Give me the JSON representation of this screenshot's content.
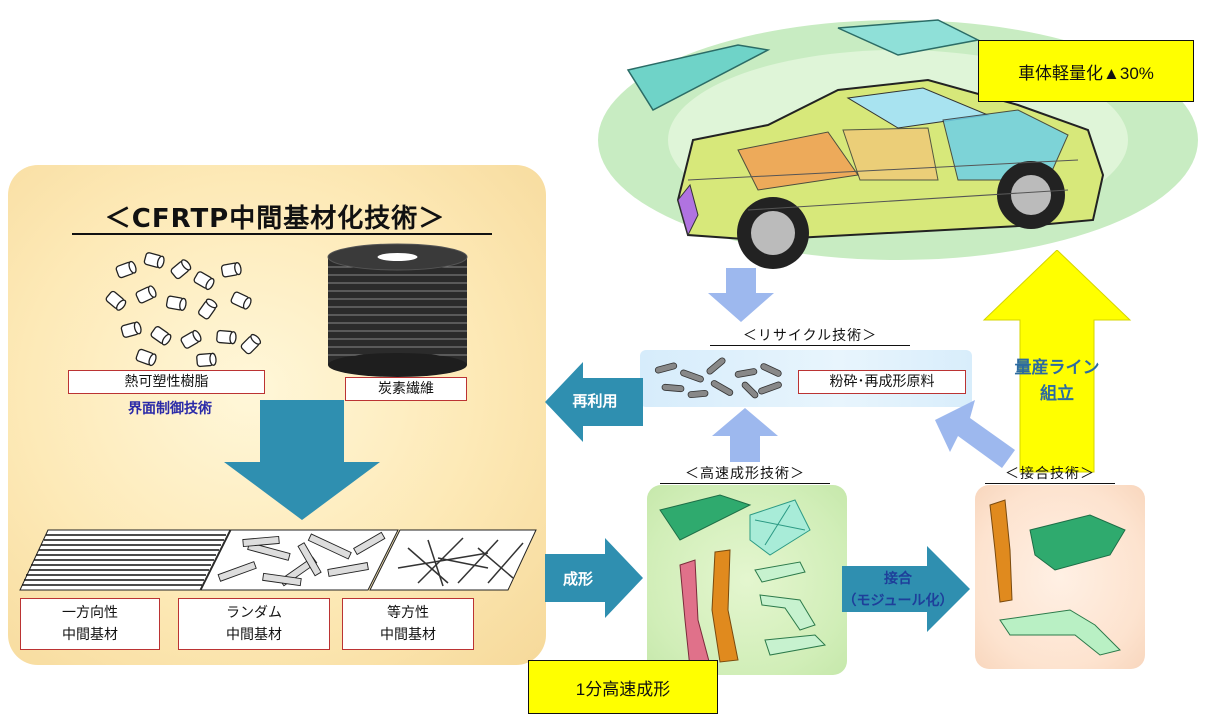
{
  "left_panel": {
    "title": "＜CFRTP中間基材化技術＞",
    "resin_label": "熱可塑性樹脂",
    "carbon_label": "炭素繊維",
    "interface_label": "界面制御技術",
    "materials": [
      {
        "line1": "一方向性",
        "line2": "中間基材"
      },
      {
        "line1": "ランダム",
        "line2": "中間基材"
      },
      {
        "line1": "等方性",
        "line2": "中間基材"
      }
    ]
  },
  "recycle": {
    "heading": "＜リサイクル技術＞",
    "label": "粉砕･再成形原料"
  },
  "reuse_arrow": "再利用",
  "molding_arrow": "成形",
  "highspeed": {
    "heading": "＜高速成形技術＞"
  },
  "joining_arrow": {
    "line1": "接合",
    "line2": "（モジュール化）"
  },
  "joining": {
    "heading": "＜接合技術＞"
  },
  "mass_production": {
    "line1": "量産ライン",
    "line2": "組立"
  },
  "callouts": {
    "weight": "車体軽量化▲30%",
    "speed": "1分高速成形"
  },
  "colors": {
    "arrow_teal": "#2f8fb0",
    "arrow_light": "#9db8ee",
    "arrow_yellow": "#ffff00",
    "panel": "#fde9b6"
  }
}
